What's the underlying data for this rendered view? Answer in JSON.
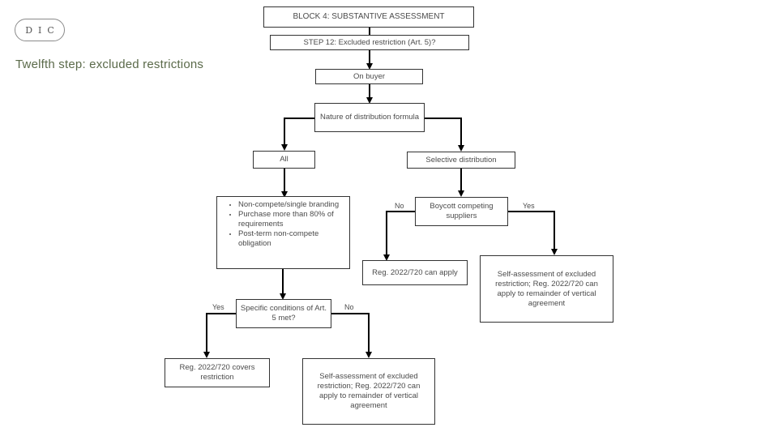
{
  "logo": {
    "text": "DIC"
  },
  "slide": {
    "subtitle": "Twelfth step: excluded restrictions"
  },
  "nodes": {
    "block": "BLOCK 4: SUBSTANTIVE ASSESSMENT",
    "step": "STEP 12: Excluded restriction (Art. 5)?",
    "buyer": "On buyer",
    "nature": "Nature of distribution formula",
    "all": "All",
    "selective": "Selective distribution",
    "list_items": [
      "Non-compete/single branding",
      "Purchase more than 80% of requirements",
      "Post-term non-compete obligation"
    ],
    "boycott": "Boycott competing suppliers",
    "reg_apply": "Reg. 2022/720 can apply",
    "self_right": "Self-assessment of excluded restriction; Reg. 2022/720 can apply to remainder of vertical agreement",
    "specific": "Specific conditions of Art. 5 met?",
    "covers": "Reg. 2022/720 covers restriction",
    "self_bottom": "Self-assessment of excluded restriction; Reg. 2022/720 can apply to remainder of vertical agreement"
  },
  "labels": {
    "no_boycott": "No",
    "yes_boycott": "Yes",
    "yes_specific": "Yes",
    "no_specific": "No"
  }
}
